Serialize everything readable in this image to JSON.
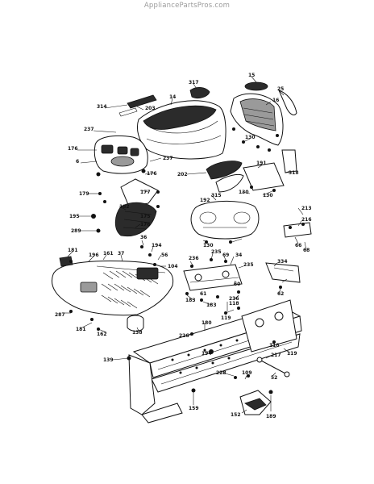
{
  "watermark": "AppliancePartsPros.com",
  "part_numbers": {
    "p15": "15",
    "p25": "25",
    "p317": "317",
    "p14": "14",
    "p16": "16",
    "p314": "314",
    "p203": "203",
    "p237a": "237",
    "p237b": "237",
    "p176a": "176",
    "p176b": "176",
    "p176c": "176",
    "p6": "6",
    "p130a": "130",
    "p202": "202",
    "p191": "191",
    "p318": "318",
    "p179": "179",
    "p177": "177",
    "p182": "182",
    "p315": "315",
    "p130b": "130",
    "p130c": "130",
    "p130d": "130",
    "p195": "195",
    "p175": "175",
    "p289": "289",
    "p192": "192",
    "p213": "213",
    "p216": "216",
    "p66": "66",
    "p68": "68",
    "p36": "36",
    "p194": "194",
    "p181a": "181",
    "p196": "196",
    "p161": "161",
    "p37": "37",
    "p56": "56",
    "p104": "104",
    "p235a": "235",
    "p236a": "236",
    "p69": "69",
    "p34": "34",
    "p235b": "235",
    "p334": "334",
    "p60": "60",
    "p62": "62",
    "p183a": "183",
    "p183b": "183",
    "p236b": "236",
    "p61": "61",
    "p287": "287",
    "p118a": "118",
    "p119a": "119",
    "p181b": "181",
    "p162": "162",
    "p138": "138",
    "p226": "226",
    "p180": "180",
    "p118b": "118",
    "p194b": "194",
    "p217": "217",
    "p119b": "119",
    "p139": "139",
    "p228": "228",
    "p109": "109",
    "p52": "52",
    "p159": "159",
    "p152": "152",
    "p189": "189"
  }
}
